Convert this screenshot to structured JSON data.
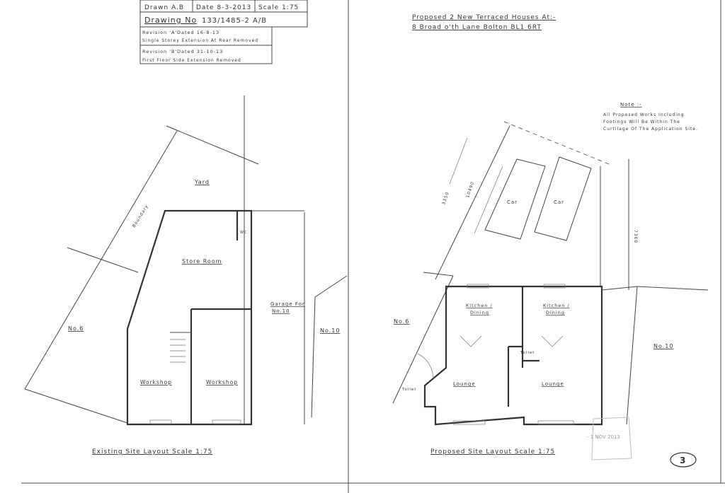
{
  "title_block": {
    "drawn": "Drawn A.B",
    "date": "Date 8-3-2013",
    "scale": "Scale 1:75",
    "drawing_no_label": "Drawing No",
    "drawing_no": "133/1485-2 A/B",
    "revision_a_label": "Revision 'A'",
    "revision_a_date": "Dated 16-8-13",
    "revision_a_text": "Single Storey Extension At Rear Removed",
    "revision_b_label": "Revision 'B'",
    "revision_b_date": "Dated 31-10-13",
    "revision_b_text": "First Floor Side Extension Removed"
  },
  "project": {
    "line1": "Proposed 2 New Terraced Houses At:-",
    "line2": "8 Broad o'th Lane Bolton BL1 6RT"
  },
  "note": {
    "heading": "Note :-",
    "line1": "All Proposed Works Including",
    "line2": "Footings Will Be Within The",
    "line3": "Curtilage Of The Application Site."
  },
  "existing": {
    "yard": "Yard",
    "boundary": "Boundary",
    "wc": "WC",
    "store_room": "Store Room",
    "garage": "Garage For",
    "garage2": "No.10",
    "no6": "No.6",
    "no10": "No.10",
    "workshop1": "Workshop",
    "workshop2": "Workshop",
    "caption": "Existing Site Layout   Scale 1:75"
  },
  "proposed": {
    "dim1": "3350",
    "dim2": "10490",
    "dim3": "7300",
    "car1": "Car",
    "car2": "Car",
    "no6": "No.6",
    "no10": "No.10",
    "kitchen1": "Kitchen /",
    "dining1": "Dining",
    "kitchen2": "Kitchen /",
    "dining2": "Dining",
    "lounge1": "Lounge",
    "lounge2": "Lounge",
    "toilet1": "Toilet",
    "toilet2": "Toilet",
    "caption": "Proposed Site Layout   Scale 1:75"
  },
  "stamp": {
    "date": "- 1 NOV 2013"
  },
  "sheet_number": "3"
}
